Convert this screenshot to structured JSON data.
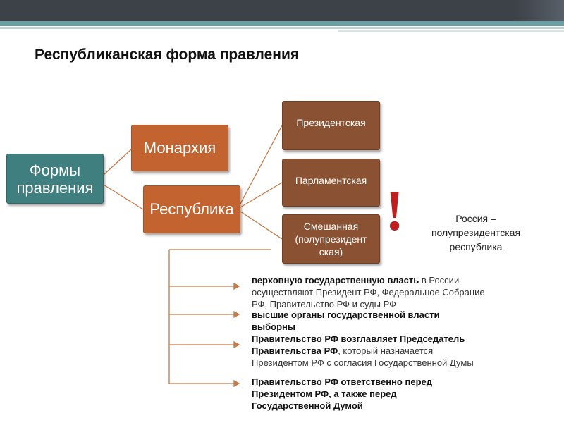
{
  "slide": {
    "title": "Республиканская форма правления"
  },
  "tree": {
    "forms": [
      "Формы",
      "правления"
    ],
    "monarchy": "Монархия",
    "republic": "Республика",
    "presidential": "Президентская",
    "parliamentary": "Парламентская",
    "mixed": [
      "Смешанная",
      "(полупрезидент",
      "ская)"
    ]
  },
  "callout": {
    "exclamation": "!",
    "russia": [
      "Россия –",
      "полупрезидентская",
      "республика"
    ]
  },
  "features": {
    "item1": {
      "bold": "верховную государственную власть",
      "rest1": " в России",
      "line2": "осуществляют Президент РФ, Федеральное Собрание",
      "line3": "РФ, Правительство РФ и суды РФ"
    },
    "item2": [
      "высшие органы государственной власти",
      "выборны"
    ],
    "item3": {
      "bold1": "Правительство РФ возглавляет Председатель",
      "bold2": "Правительства РФ",
      "rest2": ", который назначается",
      "line3": "Президентом РФ с согласия Государственной Думы"
    },
    "item4": [
      "Правительство РФ ответственно перед",
      "Президентом РФ, а также перед",
      "Государственной Думой"
    ]
  },
  "colors": {
    "header_dark": "#3d4148",
    "header_teal": "#6aa0a3",
    "forms_box": "#3f7f7f",
    "level1_box": "#c26330",
    "level2_box": "#8a5233",
    "exclamation": "#c11f1f",
    "connector": "#c47a4a"
  }
}
